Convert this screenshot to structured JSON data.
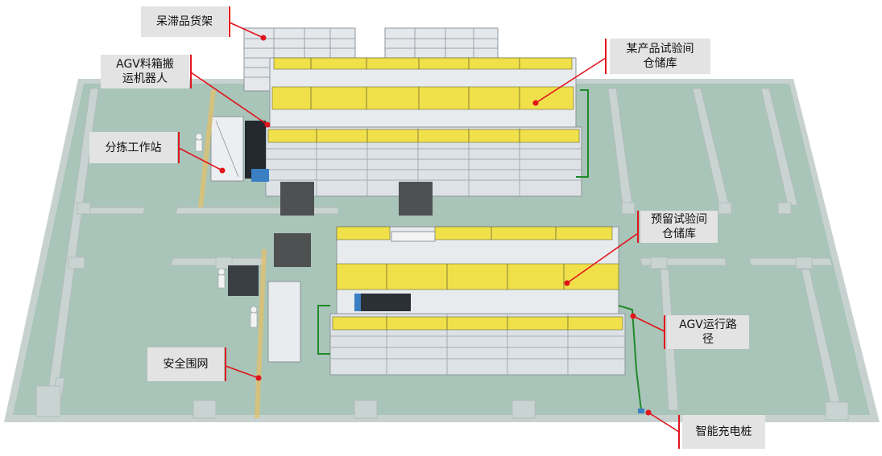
{
  "labels": {
    "stagnant_shelf": "呆滞品货架",
    "agv_robot": "AGV料箱搬\n运机器人",
    "sorting_station": "分拣工作站",
    "product_test_warehouse": "某产品试验间\n仓储库",
    "reserved_test_warehouse": "预留试验间\n仓储库",
    "agv_path": "AGV运行路\n径",
    "safety_fence": "安全围网",
    "charging_pile": "智能充电桩"
  },
  "colors": {
    "floor": "#a9c4b8",
    "floor_edge": "#c9d3d1",
    "rack": "#e7ebee",
    "rack_line": "#8d959b",
    "bin": "#f0e04a",
    "leader": "#e1141c",
    "agv_path": "#1f8a2a",
    "label_bg": "#e3e3e3"
  }
}
